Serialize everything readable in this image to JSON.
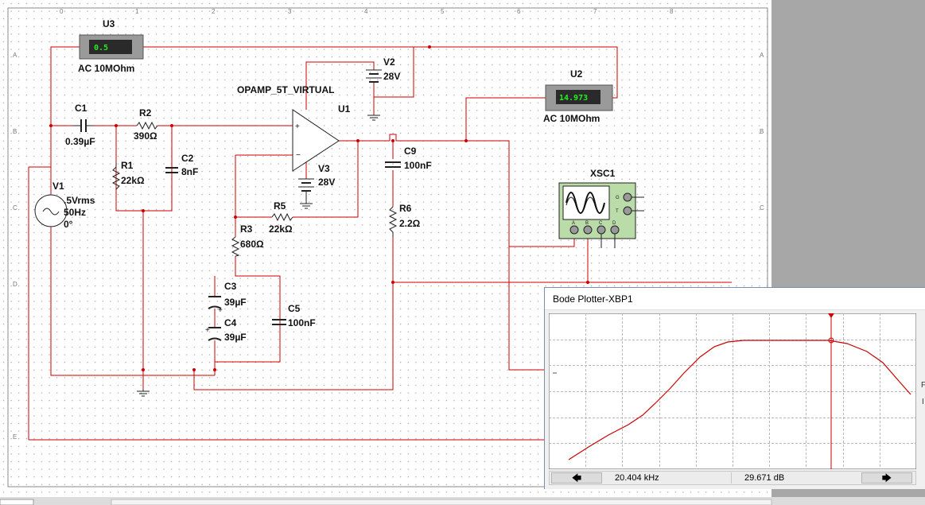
{
  "meters": {
    "u3": {
      "ref": "U3",
      "reading": "0.5",
      "mode": "AC  10MOhm"
    },
    "u2": {
      "ref": "U2",
      "reading": "14.973",
      "mode": "AC  10MOhm"
    }
  },
  "components": {
    "c1": {
      "ref": "C1",
      "value": "0.39µF"
    },
    "r2": {
      "ref": "R2",
      "value": "390Ω"
    },
    "r1": {
      "ref": "R1",
      "value": "22kΩ"
    },
    "c2": {
      "ref": "C2",
      "value": "8nF"
    },
    "v1": {
      "ref": "V1",
      "line1": ".5Vrms",
      "line2": "50Hz",
      "line3": "0°"
    },
    "opamp": {
      "model": "OPAMP_5T_VIRTUAL",
      "ref": "U1"
    },
    "v2": {
      "ref": "V2",
      "value": "28V"
    },
    "v3": {
      "ref": "V3",
      "value": "28V"
    },
    "r5": {
      "ref": "R5",
      "value": "22kΩ"
    },
    "r3": {
      "ref": "R3",
      "value": "680Ω"
    },
    "c3": {
      "ref": "C3",
      "value": "39µF"
    },
    "c4": {
      "ref": "C4",
      "value": "39µF"
    },
    "c5": {
      "ref": "C5",
      "value": "100nF"
    },
    "c9": {
      "ref": "C9",
      "value": "100nF"
    },
    "r6": {
      "ref": "R6",
      "value": "2.2Ω"
    },
    "xsc1": {
      "ref": "XSC1",
      "channels": [
        "A",
        "B",
        "C",
        "D"
      ],
      "ext": [
        "G",
        "T"
      ]
    }
  },
  "ruler": {
    "columns": [
      "0",
      "1",
      "2",
      "3",
      "4",
      "5",
      "6",
      "7",
      "8"
    ],
    "rows": [
      "A",
      "B",
      "C",
      "D",
      "E"
    ]
  },
  "bode": {
    "title": "Bode Plotter-XBP1",
    "left_arrow": "🡄",
    "right_arrow": "🡆",
    "frequency": "20.404 kHz",
    "magnitude": "29.671 dB",
    "side_letters": [
      "F",
      "I"
    ],
    "cursor_fraction": 0.75
  },
  "colors": {
    "wire": "#cc0000",
    "meter_face": "#2a2a2a",
    "meter_text": "#22ee22",
    "scope_body": "#b9dca9"
  }
}
